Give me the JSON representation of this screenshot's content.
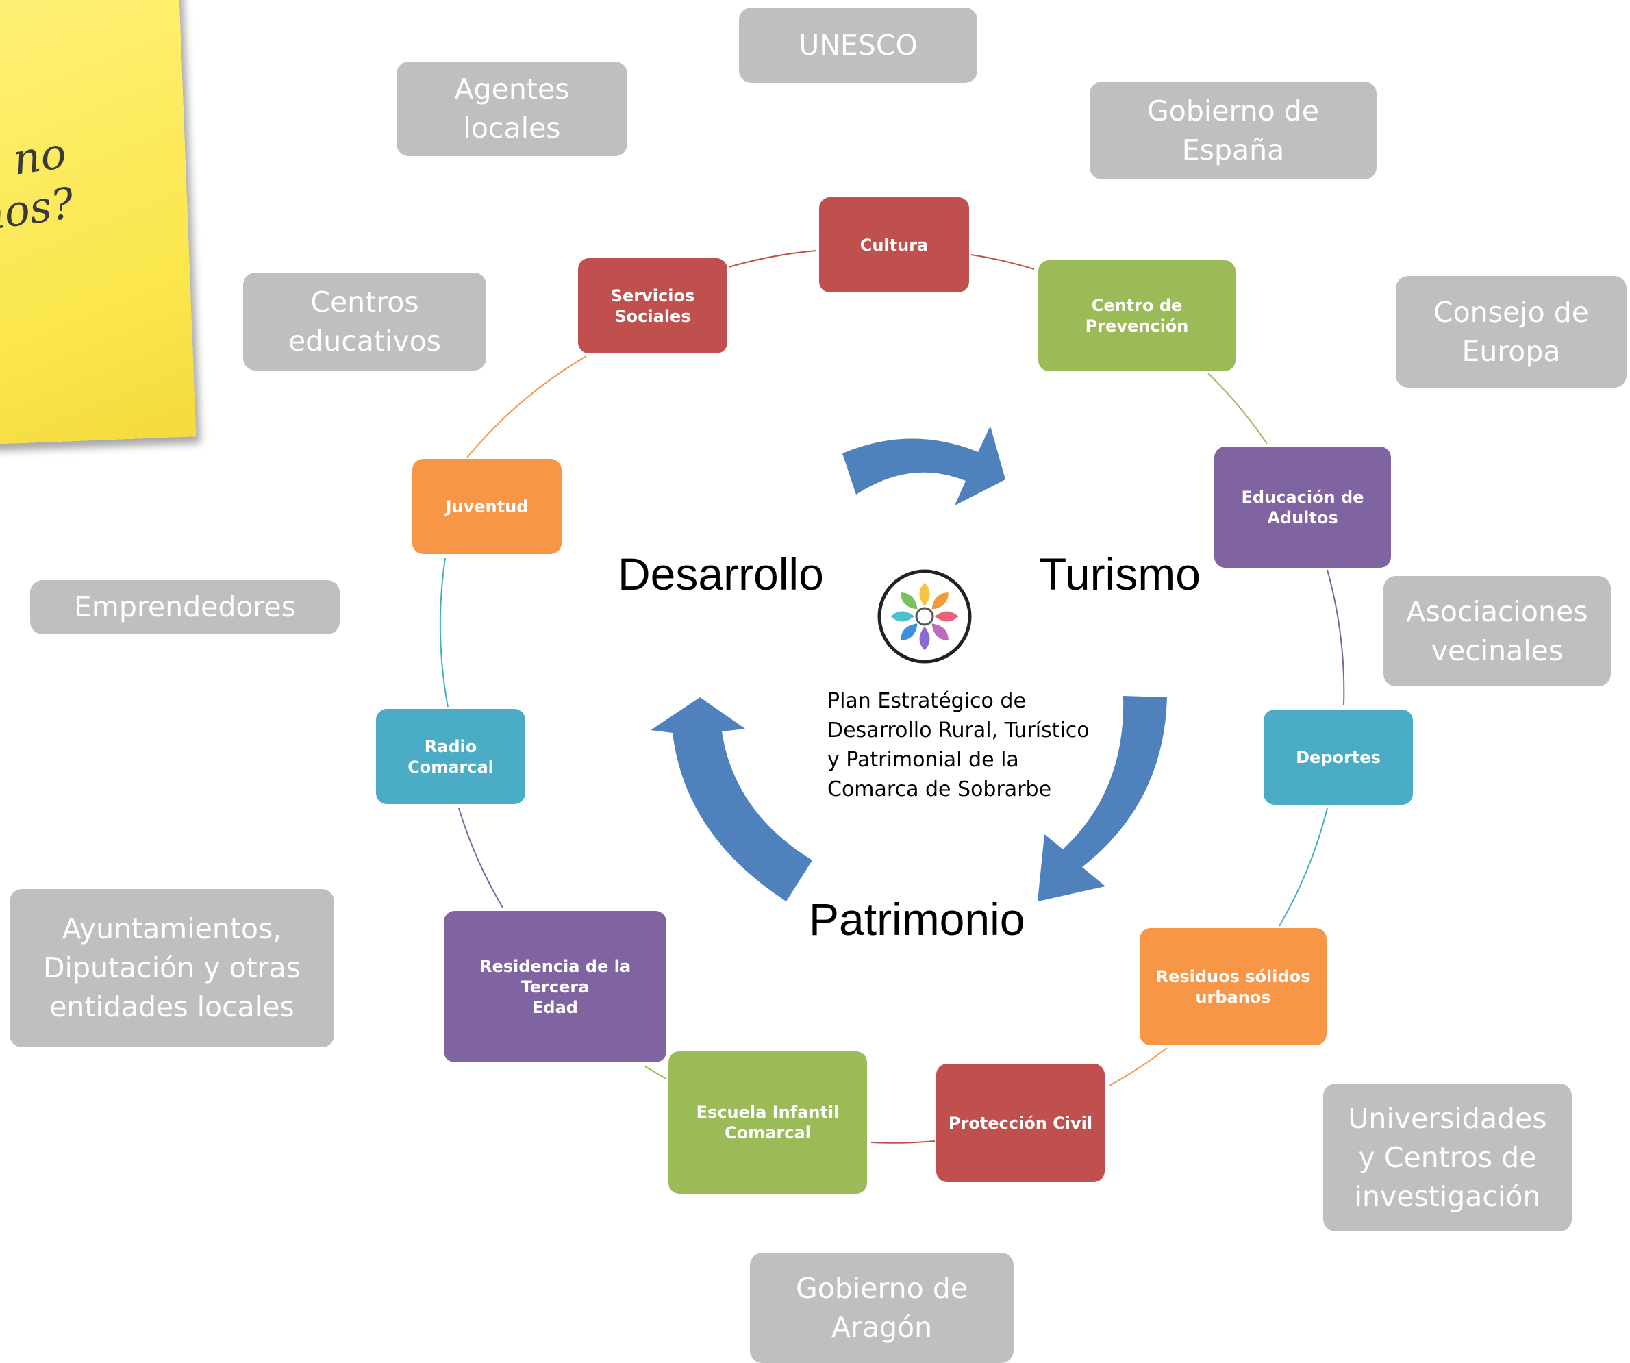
{
  "sticky_note": {
    "text": "no\nmos?"
  },
  "center": {
    "words": {
      "desarrollo": "Desarrollo",
      "turismo": "Turismo",
      "patrimonio": "Patrimonio"
    },
    "plan_text": "Plan Estratégico de\nDesarrollo Rural, Turístico\ny Patrimonial de la\nComarca de Sobrarbe",
    "logo_petal_colors": [
      "#f6c443",
      "#f09a3a",
      "#e8637a",
      "#c06bb9",
      "#8a6ad6",
      "#3f8fe0",
      "#4cc1c9",
      "#7ac35a"
    ]
  },
  "services": [
    {
      "label": "Cultura",
      "color": "#c0504d"
    },
    {
      "label": "Centro de Prevención",
      "color": "#9bbb59"
    },
    {
      "label": "Educación de\nAdultos",
      "color": "#8064a2"
    },
    {
      "label": "Deportes",
      "color": "#4bacc6"
    },
    {
      "label": "Residuos sólidos\nurbanos",
      "color": "#f79646"
    },
    {
      "label": "Protección Civil",
      "color": "#c0504d"
    },
    {
      "label": "Escuela Infantil\nComarcal",
      "color": "#9bbb59"
    },
    {
      "label": "Residencia de la Tercera\nEdad",
      "color": "#8064a2"
    },
    {
      "label": "Radio Comarcal",
      "color": "#4bacc6"
    },
    {
      "label": "Juventud",
      "color": "#f79646"
    },
    {
      "label": "Servicios\nSociales",
      "color": "#c0504d"
    }
  ],
  "stakeholders": [
    "UNESCO",
    "Agentes\nlocales",
    "Gobierno de\nEspaña",
    "Centros\neducativos",
    "Consejo de\nEuropa",
    "Asociaciones\nvecinales",
    "Emprendedores",
    "Ayuntamientos,\nDiputación y otras\nentidades locales",
    "Universidades\ny Centros de\ninvestigación",
    "Gobierno de\nAragón"
  ],
  "colors": {
    "arrow": "#4f81bd",
    "stakeholder_bg": "#bfbfbf"
  }
}
